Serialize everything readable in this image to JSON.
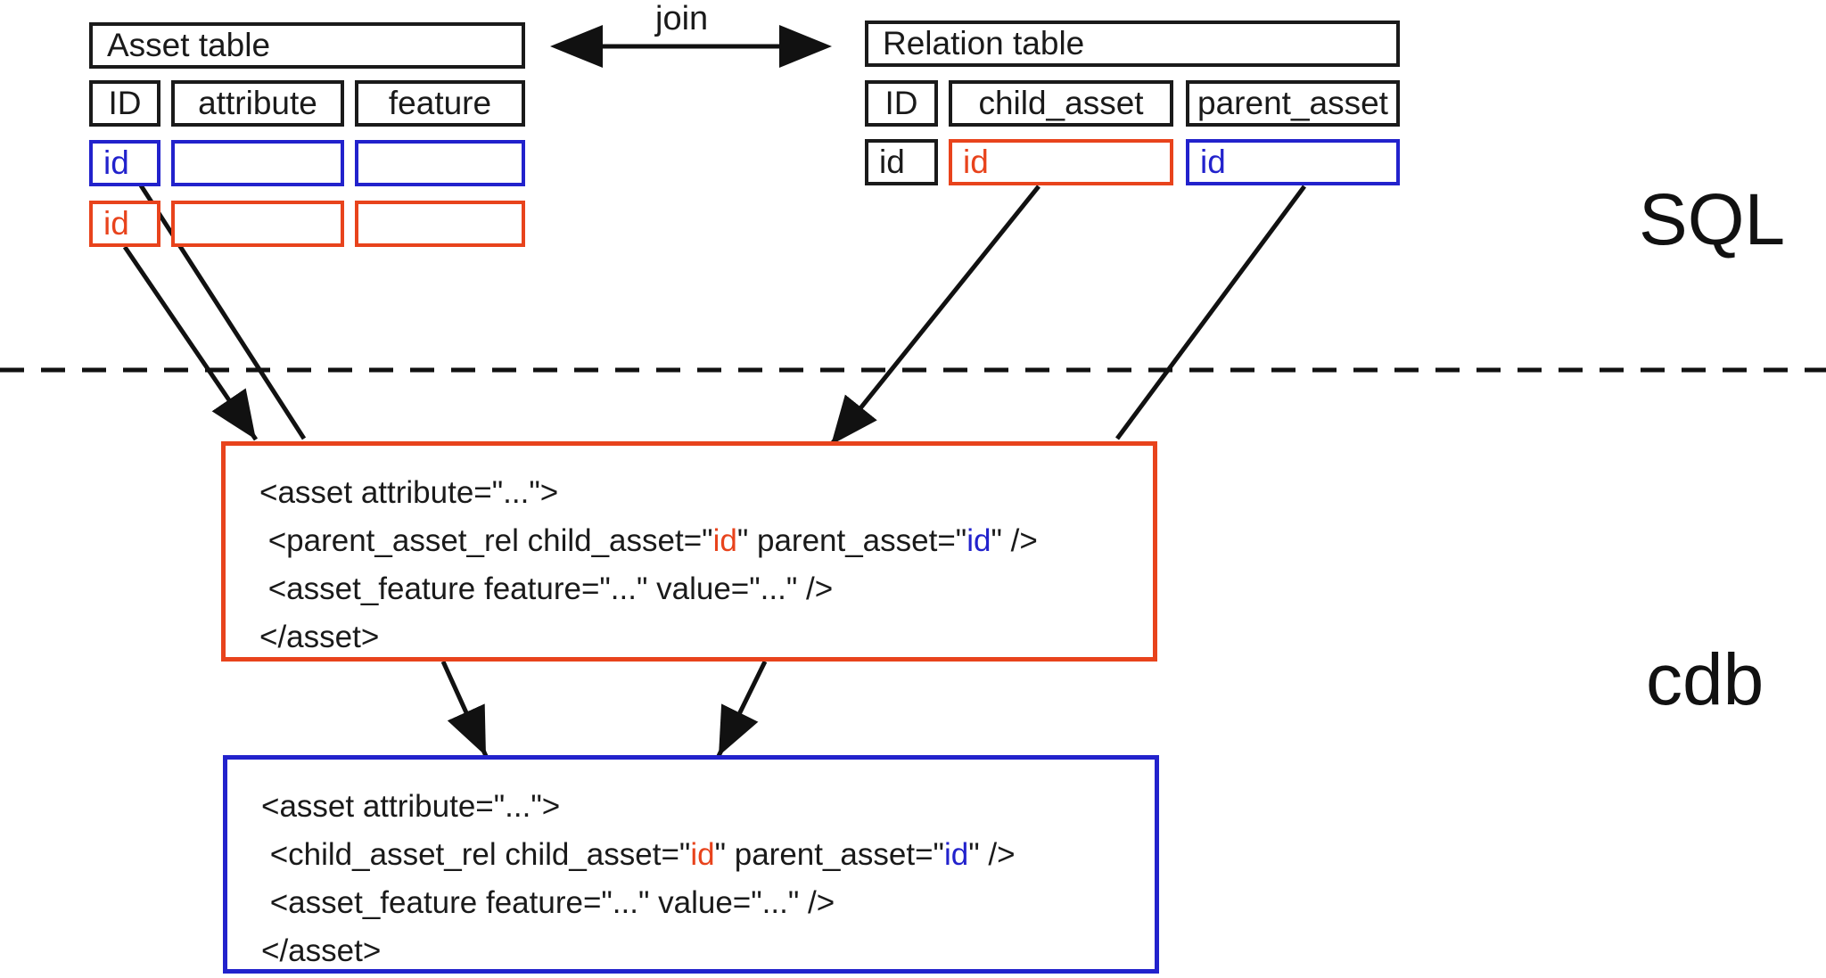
{
  "colors": {
    "accent_red": "#e8431c",
    "accent_blue": "#2222cc",
    "ink": "#1a1a1a"
  },
  "labels": {
    "join": "join",
    "sql_layer": "SQL",
    "cdb_layer": "cdb"
  },
  "asset_table": {
    "title": "Asset table",
    "col_id": "ID",
    "col_attribute": "attribute",
    "col_feature": "feature",
    "blue_row_id": "id",
    "red_row_id": "id"
  },
  "relation_table": {
    "title": "Relation table",
    "col_id": "ID",
    "col_child_asset": "child_asset",
    "col_parent_asset": "parent_asset",
    "row_id": "id",
    "row_child_id": "id",
    "row_parent_id": "id"
  },
  "sql_xml_box": {
    "line1": "<asset attribute=\"...\">",
    "line2_pre": " <parent_asset_rel child_asset=\"",
    "line2_id1": "id",
    "line2_mid": "\" parent_asset=\"",
    "line2_id2": "id",
    "line2_post": "\" />",
    "line3": " <asset_feature feature=\"...\" value=\"...\" />",
    "line4": "</asset>"
  },
  "cdb_xml_box": {
    "line1": "<asset attribute=\"...\">",
    "line2_pre": " <child_asset_rel child_asset=\"",
    "line2_id1": "id",
    "line2_mid": "\" parent_asset=\"",
    "line2_id2": "id",
    "line2_post": "\" />",
    "line3": " <asset_feature feature=\"...\" value=\"...\" />",
    "line4": "</asset>"
  }
}
